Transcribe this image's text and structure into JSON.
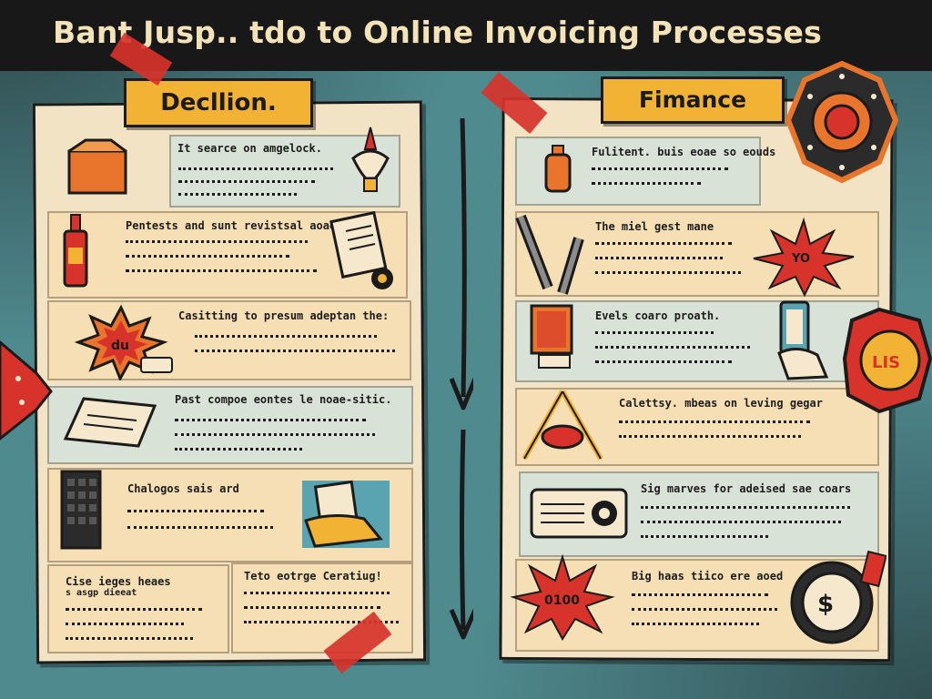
{
  "page": {
    "title": "Bant Jusp.. tdo to Online Invoicing Processes"
  },
  "left_column": {
    "heading": "Decllion.",
    "rows": [
      {
        "heading": "It searce on amgelock."
      },
      {
        "heading": "Pentests and sunt revistsal aoao"
      },
      {
        "heading": "Casitting to presum adeptan the:"
      },
      {
        "heading": "Past compoe eontes le noae-sitic."
      },
      {
        "heading": "Chalogos sais ard"
      },
      {
        "heading": "Cise ieges heaes",
        "subheading": "s asgp dieeat"
      },
      {
        "heading": "Teto eotrge Ceratiug!"
      }
    ],
    "badge_label": "du"
  },
  "right_column": {
    "heading": "Fimance",
    "rows": [
      {
        "heading": "Fulitent. buis eoae so eouds"
      },
      {
        "heading": "The miel gest mane"
      },
      {
        "heading": "Evels coaro proath."
      },
      {
        "heading": "Calettsy. mbeas on leving gegar"
      },
      {
        "heading": "Sig marves for adeised sae coars"
      },
      {
        "heading": "Big haas tiico ere aoed"
      }
    ],
    "burst_label_1": "YO",
    "burst_label_2": "0100",
    "badge_right": "LIS"
  },
  "colors": {
    "accent_yellow": "#f2b233",
    "accent_red": "#d7332b",
    "accent_orange": "#e9742c",
    "paper": "#f1e3c4",
    "background_teal": "#4f8a8f",
    "ink": "#1b1b1b"
  }
}
